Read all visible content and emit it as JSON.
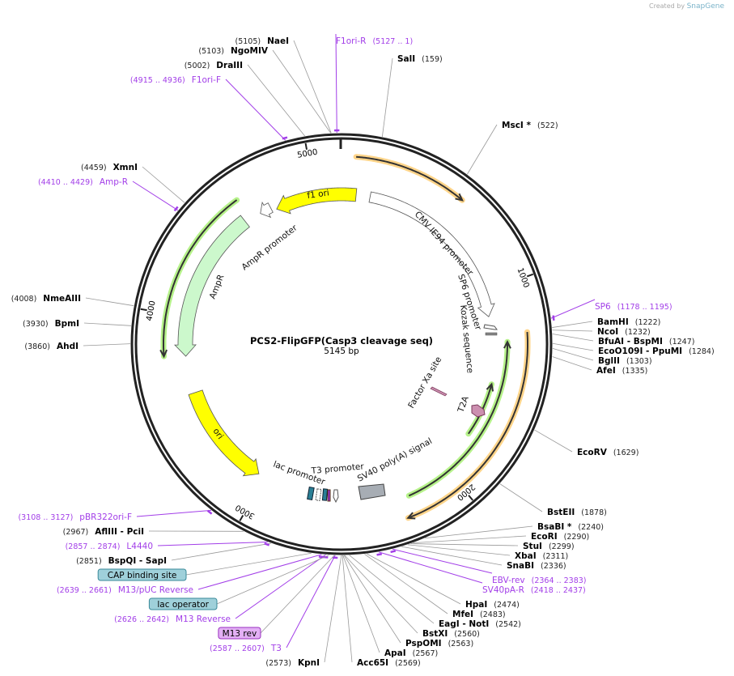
{
  "branding": {
    "prefix": "Created by",
    "name": "SnapGene"
  },
  "plasmid": {
    "name": "PCS2-FlipGFP(Casp3 cleavage seq)",
    "length_label": "5145 bp",
    "length": 5145
  },
  "ticks": [
    {
      "label": "1000",
      "bp": 1000
    },
    {
      "label": "2000",
      "bp": 2000
    },
    {
      "label": "3000",
      "bp": 3000
    },
    {
      "label": "4000",
      "bp": 4000
    },
    {
      "label": "5000",
      "bp": 5000
    }
  ],
  "sites": [
    {
      "name": "NaeI",
      "pos": "(5105)",
      "bp": 5105
    },
    {
      "name": "NgoMIV",
      "pos": "(5103)",
      "bp": 5103
    },
    {
      "name": "DraIII",
      "pos": "(5002)",
      "bp": 5002
    },
    {
      "name": "SalI",
      "pos": "(159)",
      "bp": 159
    },
    {
      "name": "MscI *",
      "pos": "(522)",
      "bp": 522
    },
    {
      "name": "XmnI",
      "pos": "(4459)",
      "bp": 4459
    },
    {
      "name": "NmeAIII",
      "pos": "(4008)",
      "bp": 4008
    },
    {
      "name": "BpmI",
      "pos": "(3930)",
      "bp": 3930
    },
    {
      "name": "AhdI",
      "pos": "(3860)",
      "bp": 3860
    },
    {
      "name": "BamHI",
      "pos": "(1222)",
      "bp": 1222
    },
    {
      "name": "NcoI",
      "pos": "(1232)",
      "bp": 1232
    },
    {
      "name": "BfuAI  - BspMI",
      "pos": "(1247)",
      "bp": 1247
    },
    {
      "name": "EcoO109I  - PpuMI",
      "pos": "(1284)",
      "bp": 1284
    },
    {
      "name": "BglII",
      "pos": "(1303)",
      "bp": 1303
    },
    {
      "name": "AfeI",
      "pos": "(1335)",
      "bp": 1335
    },
    {
      "name": "EcoRV",
      "pos": "(1629)",
      "bp": 1629
    },
    {
      "name": "BstEII",
      "pos": "(1878)",
      "bp": 1878
    },
    {
      "name": "BsaBI *",
      "pos": "(2240)",
      "bp": 2240
    },
    {
      "name": "EcoRI",
      "pos": "(2290)",
      "bp": 2290
    },
    {
      "name": "StuI",
      "pos": "(2299)",
      "bp": 2299
    },
    {
      "name": "XbaI",
      "pos": "(2311)",
      "bp": 2311
    },
    {
      "name": "SnaBI",
      "pos": "(2336)",
      "bp": 2336
    },
    {
      "name": "HpaI",
      "pos": "(2474)",
      "bp": 2474
    },
    {
      "name": "MfeI",
      "pos": "(2483)",
      "bp": 2483
    },
    {
      "name": "EagI  - NotI",
      "pos": "(2542)",
      "bp": 2542
    },
    {
      "name": "BstXI",
      "pos": "(2560)",
      "bp": 2560
    },
    {
      "name": "PspOMI",
      "pos": "(2563)",
      "bp": 2563
    },
    {
      "name": "ApaI",
      "pos": "(2567)",
      "bp": 2567
    },
    {
      "name": "Acc65I",
      "pos": "(2569)",
      "bp": 2569
    },
    {
      "name": "KpnI",
      "pos": "(2573)",
      "bp": 2573
    },
    {
      "name": "BspQI  - SapI",
      "pos": "(2851)",
      "bp": 2851
    },
    {
      "name": "AflIII  - PciI",
      "pos": "(2967)",
      "bp": 2967
    }
  ],
  "primers": [
    {
      "name": "F1ori-R",
      "range": "(5127 .. 1)",
      "bp": 5127
    },
    {
      "name": "F1ori-F",
      "range": "(4915 .. 4936)",
      "bp": 4925
    },
    {
      "name": "Amp-R",
      "range": "(4410 .. 4429)",
      "bp": 4420
    },
    {
      "name": "SP6",
      "range": "(1178 .. 1195)",
      "bp": 1186
    },
    {
      "name": "EBV-rev",
      "range": "(2364 .. 2383)",
      "bp": 2373
    },
    {
      "name": "SV40pA-R",
      "range": "(2418 .. 2437)",
      "bp": 2427
    },
    {
      "name": "T3",
      "range": "(2587 .. 2607)",
      "bp": 2597
    },
    {
      "name": "M13 Reverse",
      "range": "(2626 .. 2642)",
      "bp": 2634
    },
    {
      "name": "M13/pUC Reverse",
      "range": "(2639 .. 2661)",
      "bp": 2650
    },
    {
      "name": "L4440",
      "range": "(2857 .. 2874)",
      "bp": 2865
    },
    {
      "name": "pBR322ori-F",
      "range": "(3108 .. 3127)",
      "bp": 3117
    }
  ],
  "boxed": [
    {
      "name": "CAP binding site",
      "bp": 2690,
      "color": "#9fd0da"
    },
    {
      "name": "lac operator",
      "bp": 2620,
      "color": "#9fd0da"
    },
    {
      "name": "M13 rev",
      "bp": 2600,
      "color": "#e3b0f5"
    }
  ],
  "features": [
    {
      "name": "f1 ori",
      "start": 80,
      "end": 4778,
      "dir": "ccw",
      "color": "#ffff00"
    },
    {
      "name": "CMV IE94 promoter",
      "start": 157,
      "end": 1136,
      "dir": "cw",
      "color": "#ffffff"
    },
    {
      "name": "AmpR promoter",
      "start": 4752,
      "end": 4690,
      "dir": "ccw",
      "color": "#ffffff"
    },
    {
      "name": "AmpR",
      "start": 4600,
      "end": 3795,
      "dir": "ccw",
      "color": "#ccf8cc"
    },
    {
      "name": "ori",
      "start": 3597,
      "end": 3037,
      "dir": "ccw",
      "color": "#ffff00"
    },
    {
      "name": "SP6 promoter",
      "start": 1150,
      "end": 1185,
      "dir": "cw",
      "color": "#ffffff"
    },
    {
      "name": "Kozak sequence",
      "start": 1212,
      "end": 1222,
      "dir": "none",
      "color": "#999999"
    },
    {
      "name": "Factor Xa site",
      "color": "#cc8fb0"
    },
    {
      "name": "T2A",
      "color": "#cc8fb0"
    },
    {
      "name": "lac promoter",
      "color": "#2a7f95"
    },
    {
      "name": "T3 promoter",
      "color": "#ffffff"
    },
    {
      "name": "SV40 poly(A) signal",
      "color": "#a7adb4"
    }
  ]
}
